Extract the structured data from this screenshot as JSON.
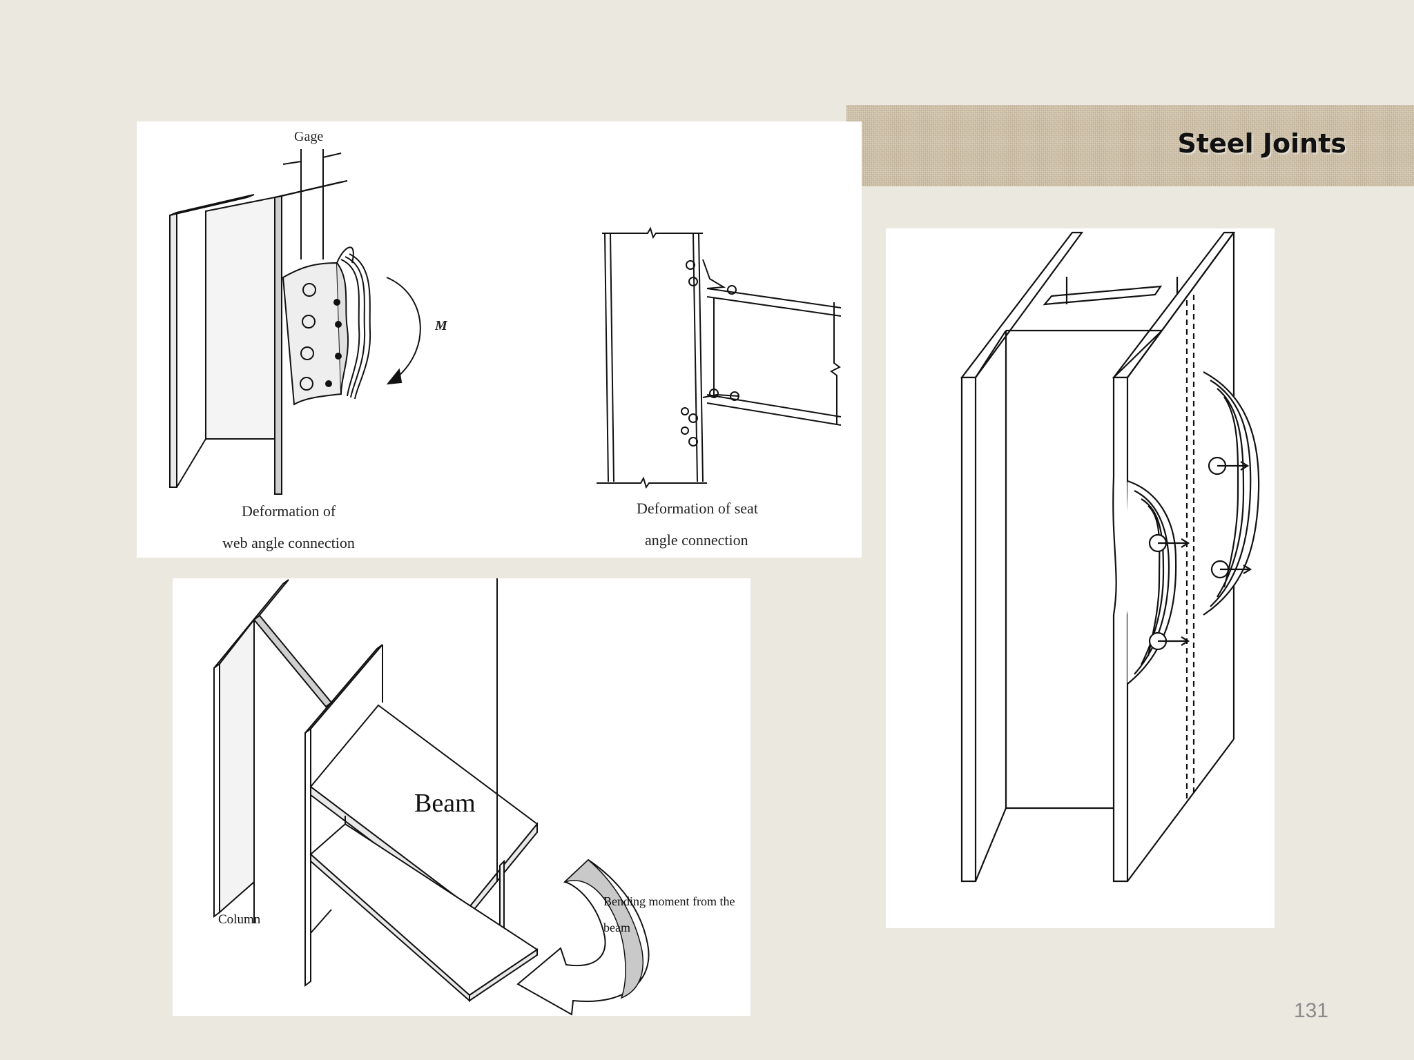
{
  "slide": {
    "title": "Steel Joints",
    "page_number": "131"
  },
  "figure_a": {
    "gage_label": "Gage",
    "moment_label": "M",
    "caption_left_line1": "Deformation of",
    "caption_left_line2": "web angle connection",
    "caption_right_line1": "Deformation of seat",
    "caption_right_line2": "angle connection"
  },
  "figure_b": {
    "beam_label": "Beam",
    "column_label": "Column",
    "moment_label_line1": "Bending moment from the",
    "moment_label_line2": "beam"
  }
}
